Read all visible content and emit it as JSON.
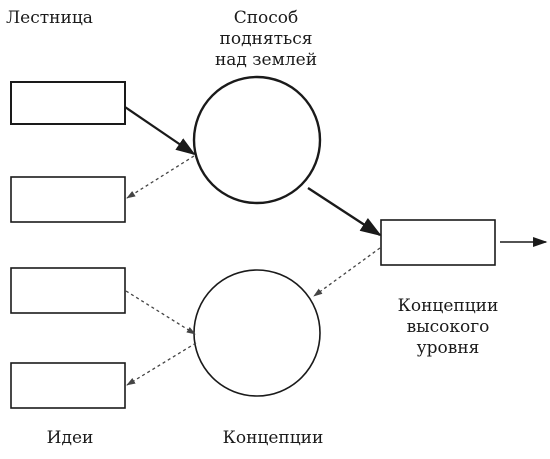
{
  "labels": {
    "ladder": "Лестница",
    "way_up": "Способ\nподняться\nнад землей",
    "high_level": "Концепции\nвысокого\nуровня",
    "ideas": "Идеи",
    "concepts": "Концепции"
  },
  "colors": {
    "stroke": "#1a1a1a",
    "background": "#ffffff"
  }
}
